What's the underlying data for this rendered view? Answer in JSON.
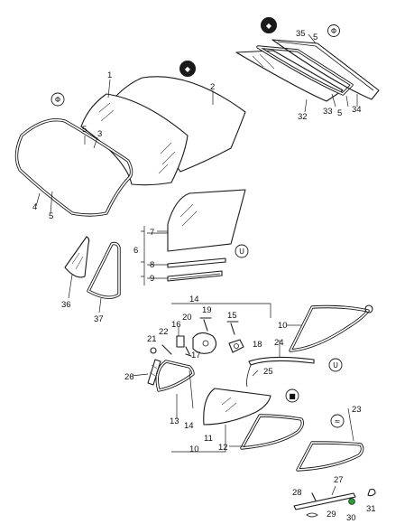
{
  "callouts": {
    "n1": "1",
    "n2": "2",
    "n3": "3",
    "n4": "4",
    "n5a": "5",
    "n5b": "5",
    "n5c": "5",
    "n5d": "5",
    "n6": "6",
    "n7": "7",
    "n8": "8",
    "n9": "9",
    "n10a": "10",
    "n10b": "10",
    "n11": "11",
    "n12": "12",
    "n13": "13",
    "n14a": "14",
    "n14b": "14",
    "n15": "15",
    "n16": "16",
    "n17": "17",
    "n18": "18",
    "n19": "19",
    "n20": "20",
    "n21": "21",
    "n22": "22",
    "n23": "23",
    "n24": "24",
    "n25": "25",
    "n26": "26",
    "n27": "27",
    "n28": "28",
    "n29": "29",
    "n30": "30",
    "n31": "31",
    "n32": "32",
    "n33": "33",
    "n34": "34",
    "n35": "35",
    "n36": "36",
    "n37": "37"
  },
  "badges": {
    "windshield_heated": "Φ",
    "windshield_tinted": "◆",
    "rear_heated": "◆",
    "rear_window": "Φ",
    "guide_rail": "U",
    "quarter_trim": "U",
    "side_window": "■",
    "vent": "≈"
  },
  "colors": {
    "line": "#1a1a1a",
    "background": "#ffffff",
    "accent_part_30": "#2e9e3a"
  }
}
